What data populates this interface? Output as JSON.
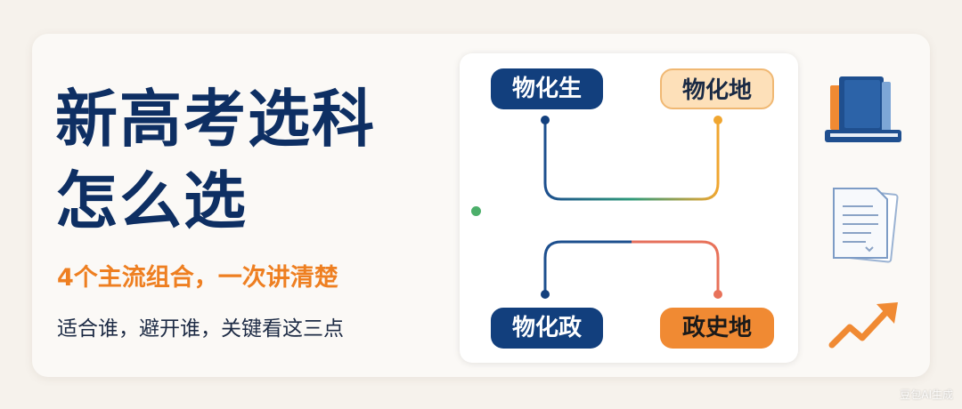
{
  "title_lines": [
    "新高考选科",
    "怎么选"
  ],
  "subtitle": "4个主流组合，一次讲清楚",
  "tagline": "适合谁，避开谁，关键看这三点",
  "combos": {
    "top_left": "物化生",
    "top_right": "物化地",
    "bottom_left": "物化政",
    "bottom_right": "政史地"
  },
  "watermark": "豆包AI生成",
  "icons": [
    "books-icon",
    "document-icon",
    "trend-arrow-icon"
  ],
  "colors": {
    "navy": "#123f7d",
    "orange": "#f08a33",
    "peach": "#fde0b9",
    "teal_green": "#3a9a72",
    "coral": "#e8725a"
  }
}
